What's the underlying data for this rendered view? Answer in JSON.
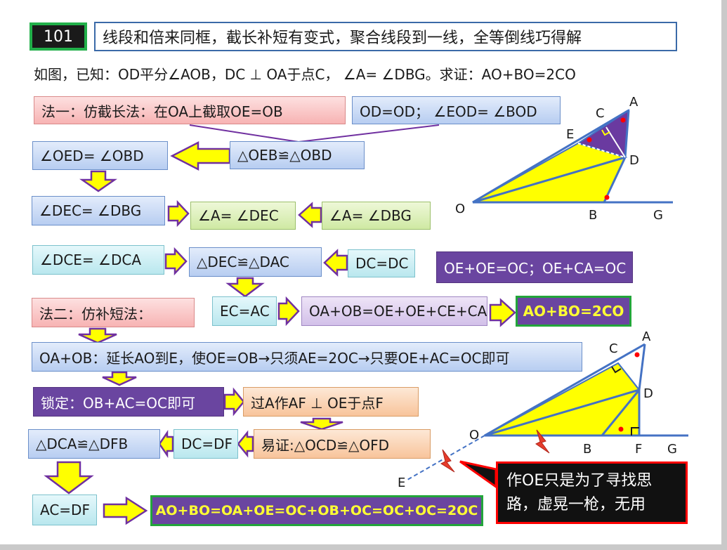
{
  "header": {
    "number": "101",
    "title": "线段和倍来同框，截长补短有变式，聚合线段到一线，全等倒线巧得解"
  },
  "problem": "如图，已知：OD平分∠AOB，DC ⊥ OA于点C， ∠A= ∠DBG。求证：AO+BO=2CO",
  "method1": {
    "label": "法一：仿截长法：在OA上截取OE=OB",
    "given": "OD=OD； ∠EOD= ∠BOD",
    "congruent1": "△OEB≌△OBD",
    "angle1": "∠OED= ∠OBD",
    "angle2": "∠DEC= ∠DBG",
    "angle3": "∠A= ∠DEC",
    "angle4": "∠A= ∠DBG",
    "angle5": "∠DCE= ∠DCA",
    "congruent2": "△DEC≌△DAC",
    "dc": "DC=DC",
    "sum_note": "OE+OE=OC；OE+CA=OC",
    "ec_ac": "EC=AC",
    "chain": "OA+OB=OE+OE+CE+CA",
    "result": "AO+BO=2CO"
  },
  "method2": {
    "label": "法二：仿补短法：",
    "step1": "OA+OB：延长AO到E，使OE=OB→只须AE=2OC→只要OE+AC=OC即可",
    "lock": "锁定：OB+AC=OC即可",
    "construct": "过A作AF ⊥ OE于点F",
    "easy": "易证:△OCD≌△OFD",
    "dc_df": "DC=DF",
    "congruent": "△DCA≌△DFB",
    "ac_df": "AC=DF",
    "result": "AO+BO=OA+OE=OC+OB+OC=OC+OC=2OC"
  },
  "note": {
    "line1": "作OE只是为了寻找思",
    "line2": "路，虚晃一枪，无用"
  },
  "figure1": {
    "O": "O",
    "A": "A",
    "B": "B",
    "C": "C",
    "D": "D",
    "E": "E",
    "G": "G"
  },
  "figure2": {
    "O": "O",
    "A": "A",
    "B": "B",
    "C": "C",
    "D": "D",
    "E": "E",
    "F": "F",
    "G": "G"
  },
  "colors": {
    "arrow_fill": "#ffff00",
    "arrow_stroke": "#7030a0",
    "triangle_fill": "#ffff00",
    "triangle_purple": "#6a3aa0",
    "line": "#4472c4",
    "red_dot": "#ff0000",
    "result_border": "#22a53a"
  }
}
